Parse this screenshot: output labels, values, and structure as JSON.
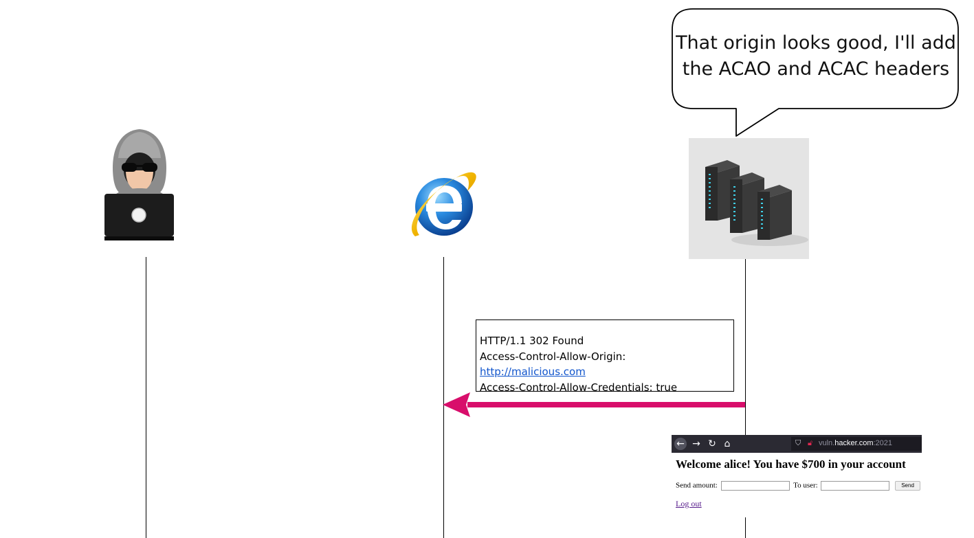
{
  "speech_bubble": {
    "line1": "That origin looks good, I'll add",
    "line2": "the ACAO and ACAC headers"
  },
  "actors": {
    "attacker": {
      "icon": "hacker-icon"
    },
    "browser": {
      "icon": "internet-explorer-icon"
    },
    "server": {
      "icon": "server-rack-icon"
    }
  },
  "response_message": {
    "status_line": "HTTP/1.1 302 Found",
    "acao_header_name": "Access-Control-Allow-Origin: ",
    "acao_header_value": "http://malicious.com",
    "acac_header": "Access-Control-Allow-Credentials: true"
  },
  "arrow": {
    "color": "#d80e6b",
    "direction": "server-to-browser"
  },
  "embedded_screenshot": {
    "url_subdomain": "vuln.",
    "url_domain": "hacker.com",
    "url_port": ":2021",
    "heading": "Welcome alice! You have $700 in your account",
    "send_amount_label": "Send amount:",
    "to_user_label": "To user:",
    "send_button": "Send",
    "logout_link": "Log out"
  }
}
